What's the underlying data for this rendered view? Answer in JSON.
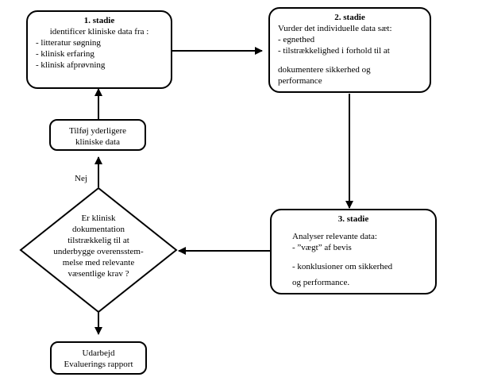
{
  "stage1": {
    "title": "1. stadie",
    "lines": [
      "identificer kliniske data fra :",
      "- litteratur søgning",
      "- klinisk erfaring",
      "- klinisk afprøvning"
    ]
  },
  "stage2": {
    "title": "2. stadie",
    "lines": [
      "Vurder det individuelle data sæt:",
      "- egnethed",
      "- tilstrækkelighed i forhold til at",
      "dokumentere sikkerhed og",
      "performance"
    ]
  },
  "stage3": {
    "title": "3. stadie",
    "lines": [
      "Analyser relevante data:",
      "- ”vægt” af bevis",
      "- konklusioner om  sikkerhed",
      "og  performance."
    ]
  },
  "add_more": {
    "lines": [
      "Tilføj yderligere",
      "kliniske data"
    ]
  },
  "decision": {
    "lines": [
      "Er klinisk",
      "dokumentation",
      "tilstrækkelig til at",
      "underbygge overensstem-",
      "melse med relevante",
      "væsentlige krav ?"
    ]
  },
  "no_label": "Nej",
  "report": {
    "lines": [
      "Udarbejd",
      "Evaluerings rapport"
    ]
  }
}
